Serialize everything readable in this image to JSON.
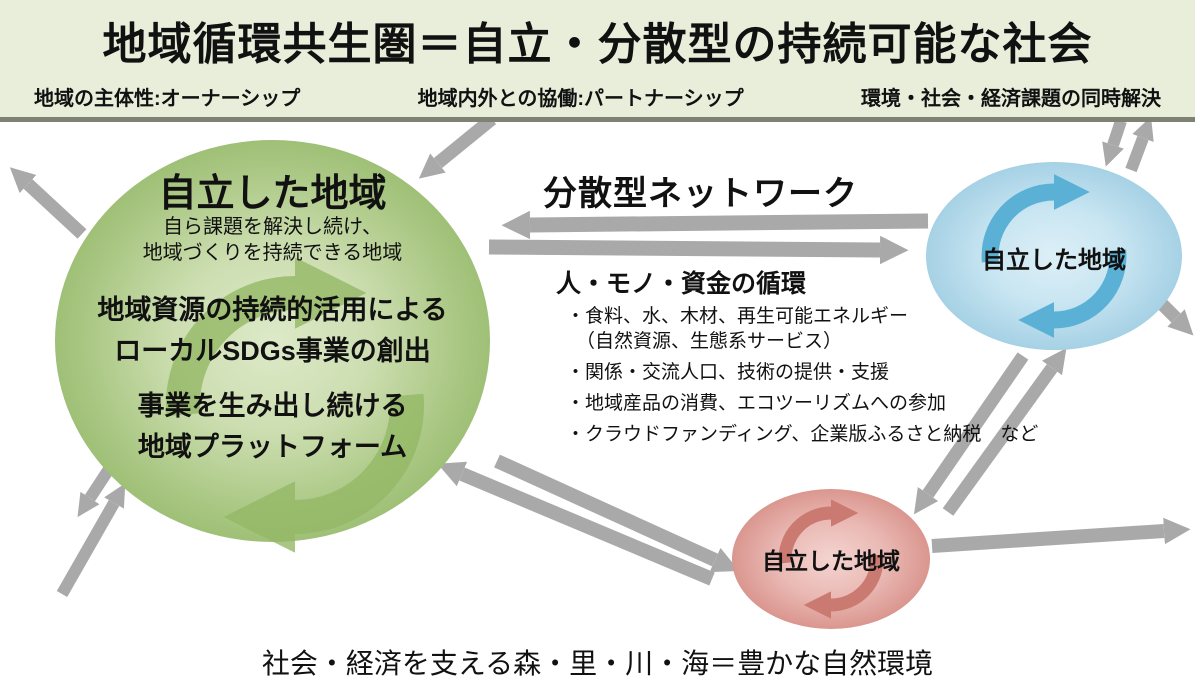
{
  "header": {
    "title": "地域循環共生圏＝自立・分散型の持続可能な社会",
    "keywords": [
      "地域の主体性:オーナーシップ",
      "地域内外との協働:パートナーシップ",
      "環境・社会・経済課題の同時解決"
    ]
  },
  "green_region": {
    "title": "自立した地域",
    "description_lines": [
      "自ら課題を解決し続け、",
      "地域づくりを持続できる地域"
    ],
    "block1_lines": [
      "地域資源の持続的活用による",
      "ローカルSDGs事業の創出"
    ],
    "block2_lines": [
      "事業を生み出し続ける",
      "地域プラットフォーム"
    ]
  },
  "network": {
    "title": "分散型ネットワーク",
    "subheading": "人・モノ・資金の循環",
    "bullets": [
      "・食料、水、木材、再生可能エネルギー",
      "（自然資源、生態系サービス）",
      "・関係・交流人口、技術の提供・支援",
      "・地域産品の消費、エコツーリズムへの参加",
      "・クラウドファンディング、企業版ふるさと納税　など"
    ]
  },
  "satellite_regions": {
    "blue_label": "自立した地域",
    "pink_label": "自立した地域"
  },
  "footer": {
    "text": "社会・経済を支える森・里・川・海＝豊かな自然環境"
  },
  "colors": {
    "header_background": "#e9eedb",
    "divider": "#7e8273",
    "connector_gray": "#a9a9a9",
    "green_ellipse": "#b5cf92",
    "green_cycle": "#94b966",
    "blue_ellipse": "#bfe2f0",
    "blue_cycle": "#5bb1d5",
    "pink_ellipse": "#e8b7b2",
    "pink_cycle": "#cb7a72",
    "text": "#111111"
  }
}
